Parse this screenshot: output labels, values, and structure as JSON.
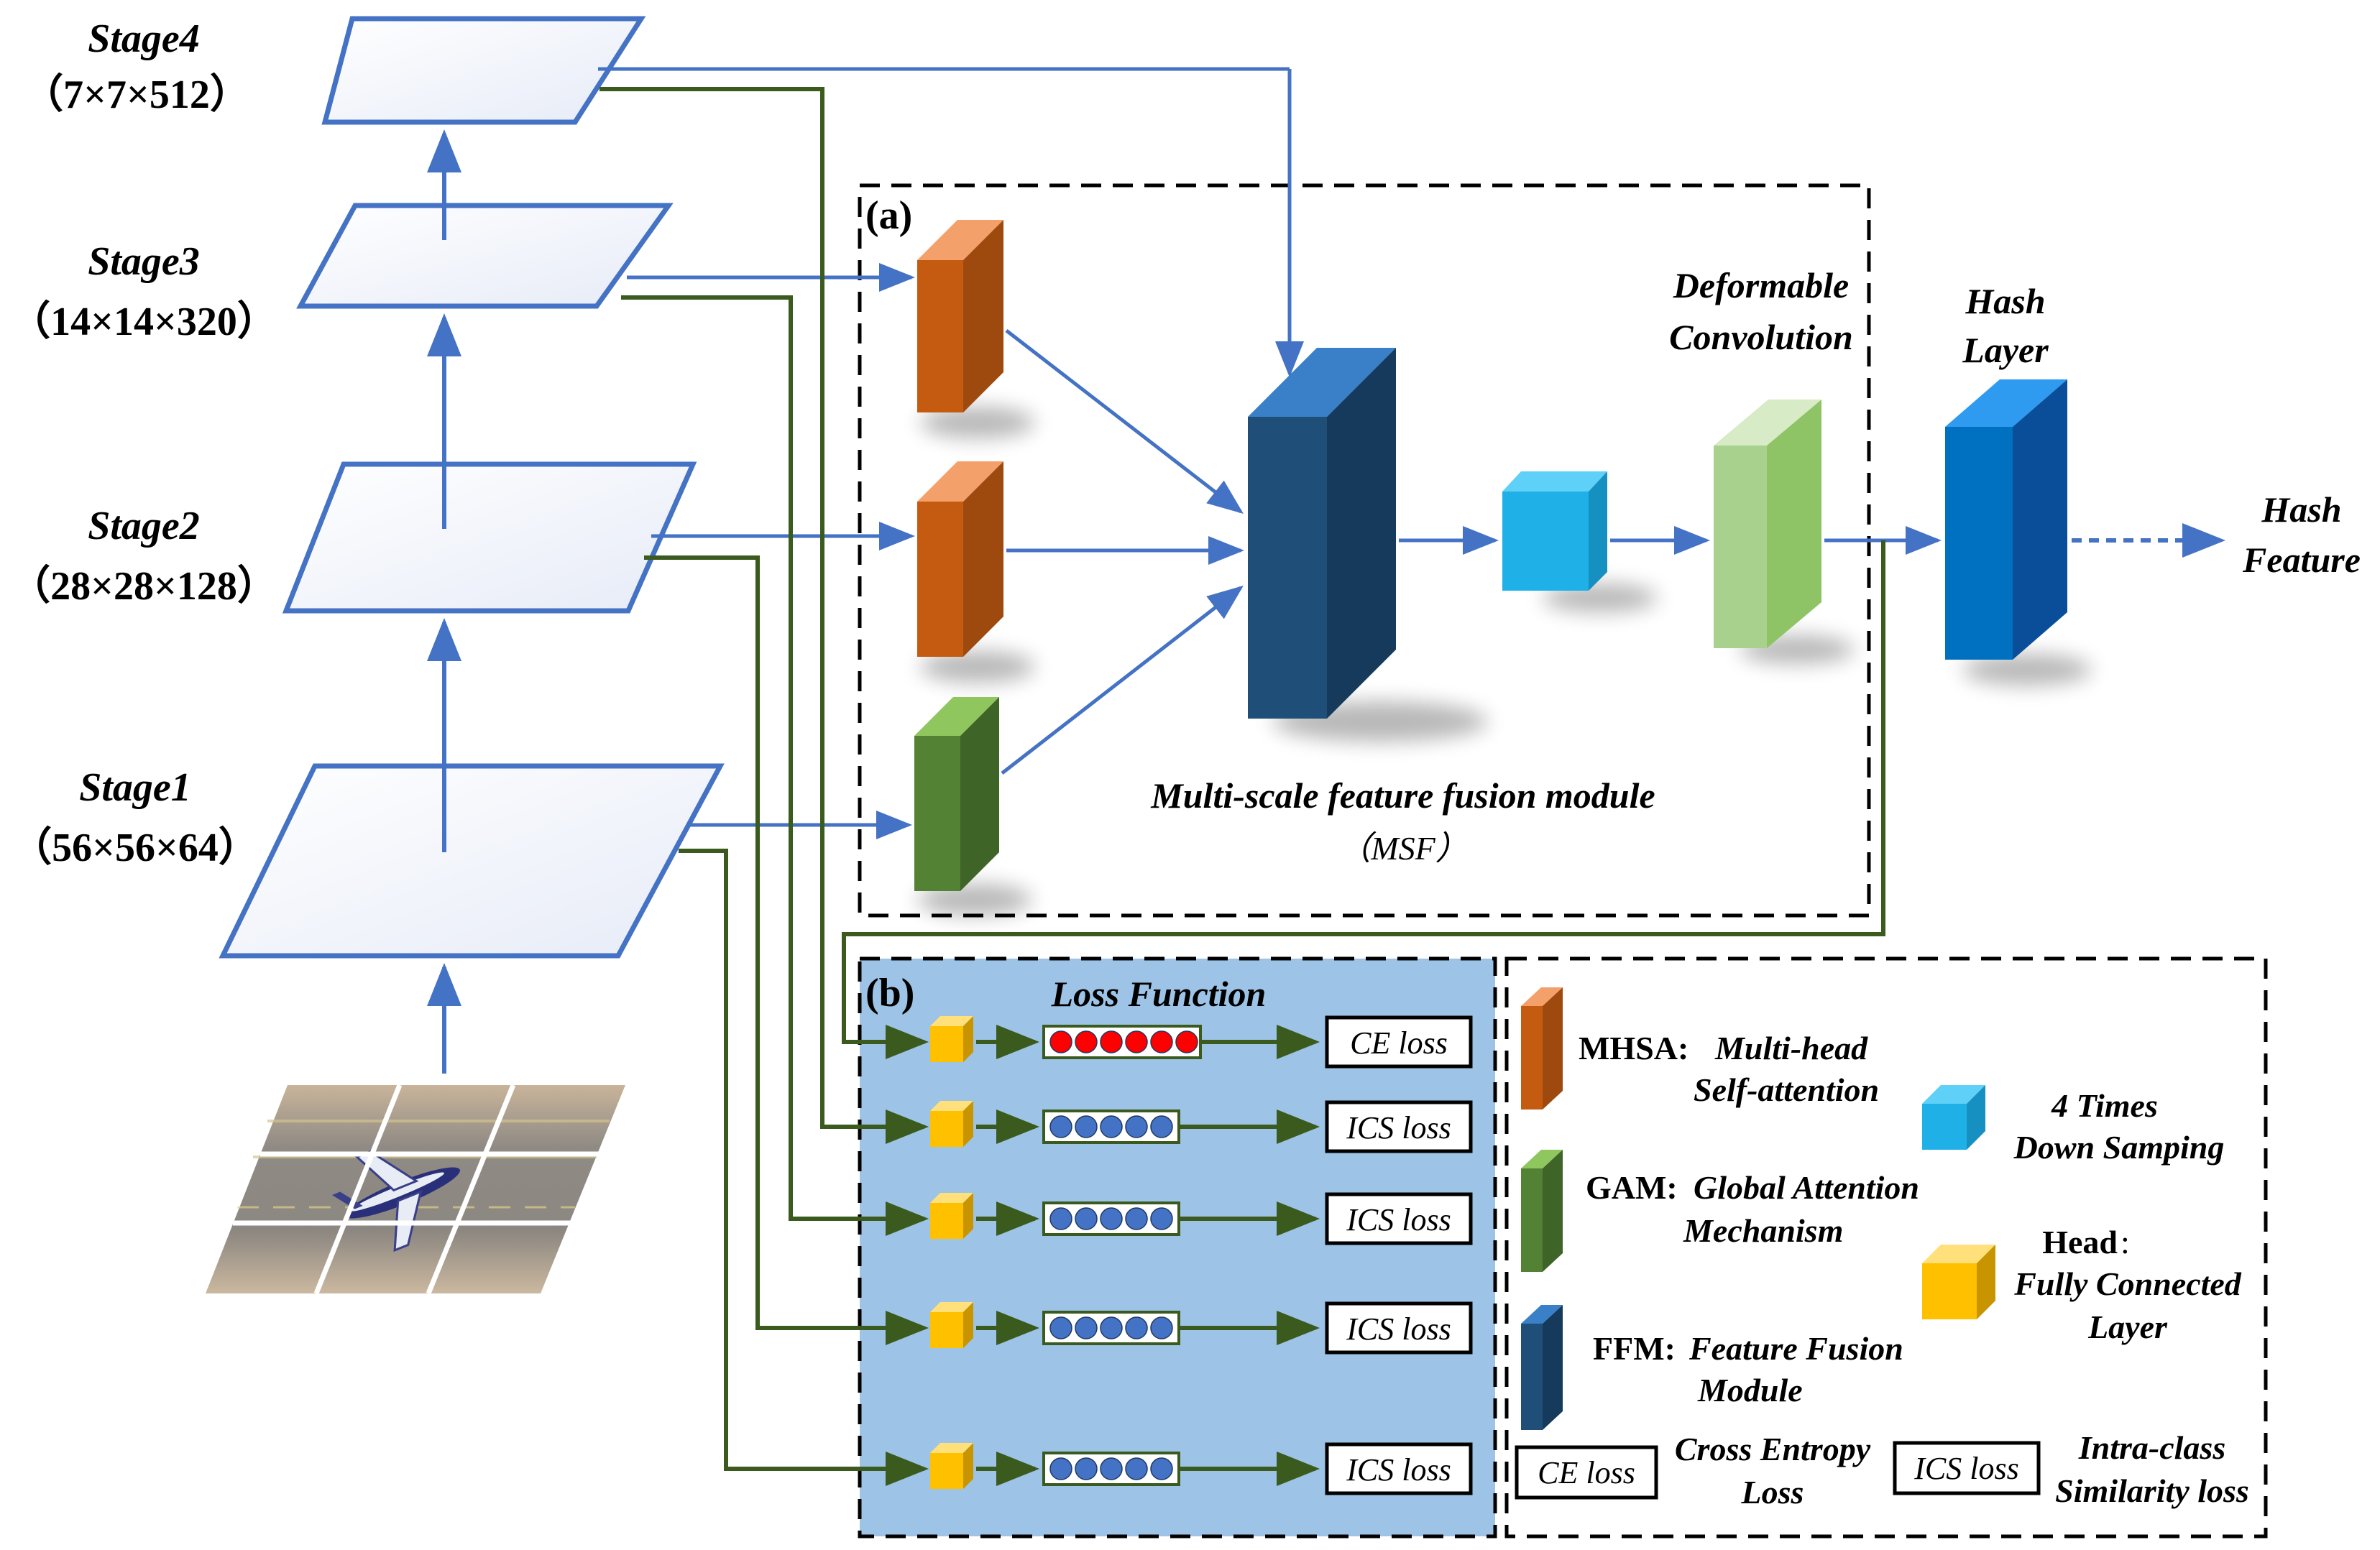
{
  "stages": [
    {
      "name": "Stage4",
      "dims": "（7×7×512）"
    },
    {
      "name": "Stage3",
      "dims": "（14×14×320）"
    },
    {
      "name": "Stage2",
      "dims": "（28×28×128）"
    },
    {
      "name": "Stage1",
      "dims": "（56×56×64）"
    }
  ],
  "module_a": {
    "tag": "(a)",
    "title": "Multi-scale feature fusion module",
    "subtitle": "（MSF）",
    "deformable_line1": "Deformable",
    "deformable_line2": "Convolution"
  },
  "hash_layer": {
    "line1": "Hash",
    "line2": "Layer"
  },
  "hash_feature": {
    "line1": "Hash",
    "line2": "Feature"
  },
  "module_b": {
    "tag": "(b)",
    "title": "Loss Function",
    "losses": [
      "CE loss",
      "ICS loss",
      "ICS loss",
      "ICS loss",
      "ICS loss"
    ]
  },
  "legend": {
    "mhsa_key": "MHSA:",
    "mhsa_desc1": "Multi-head",
    "mhsa_desc2": "Self-attention",
    "gam_key": "GAM:",
    "gam_desc1": "Global Attention",
    "gam_desc2": "Mechanism",
    "ffm_key": "FFM:",
    "ffm_desc1": "Feature Fusion",
    "ffm_desc2": "Module",
    "down_desc1": "4 Times",
    "down_desc2": "Down Samping",
    "head_key": "Head",
    "head_colon": ":",
    "head_desc1": "Fully Connected",
    "head_desc2": "Layer",
    "ce_box": "CE loss",
    "ce_desc1": "Cross Entropy",
    "ce_desc2": "Loss",
    "ics_box": "ICS loss",
    "ics_desc1": "Intra-class",
    "ics_desc2": "Similarity loss"
  },
  "colors": {
    "blue_arrow": "#4472C4",
    "green_line": "#3A5A1E",
    "mhsa": "#C55A11",
    "gam": "#548235",
    "ffm": "#1F4E79",
    "down": "#1FB0E8",
    "deform": "#A9D18E",
    "hash": "#0070C0",
    "head": "#FFC000",
    "loss_bg": "#9DC3E6",
    "ce_dot": "#FF0000",
    "ics_dot": "#4472C4"
  }
}
